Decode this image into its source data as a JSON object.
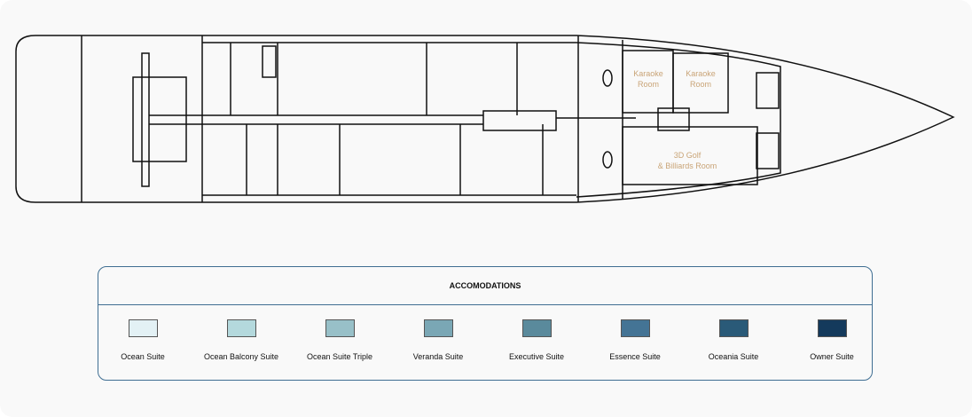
{
  "rooms": {
    "karaoke_1": [
      "Karaoke",
      "Room"
    ],
    "karaoke_2": [
      "Karaoke",
      "Room"
    ],
    "golf": [
      "3D Golf",
      "& Billiards Room"
    ]
  },
  "legend": {
    "title": "ACCOMODATIONS",
    "items": [
      {
        "label": "Ocean Suite",
        "color": "#e3f1f5"
      },
      {
        "label": "Ocean Balcony Suite",
        "color": "#b4d9dd"
      },
      {
        "label": "Ocean Suite Triple",
        "color": "#98c0c8"
      },
      {
        "label": "Veranda Suite",
        "color": "#7aa7b5"
      },
      {
        "label": "Executive Suite",
        "color": "#5a8a9c"
      },
      {
        "label": "Essence Suite",
        "color": "#447495"
      },
      {
        "label": "Oceania Suite",
        "color": "#2a5a78"
      },
      {
        "label": "Owner Suite",
        "color": "#143a5c"
      }
    ]
  }
}
